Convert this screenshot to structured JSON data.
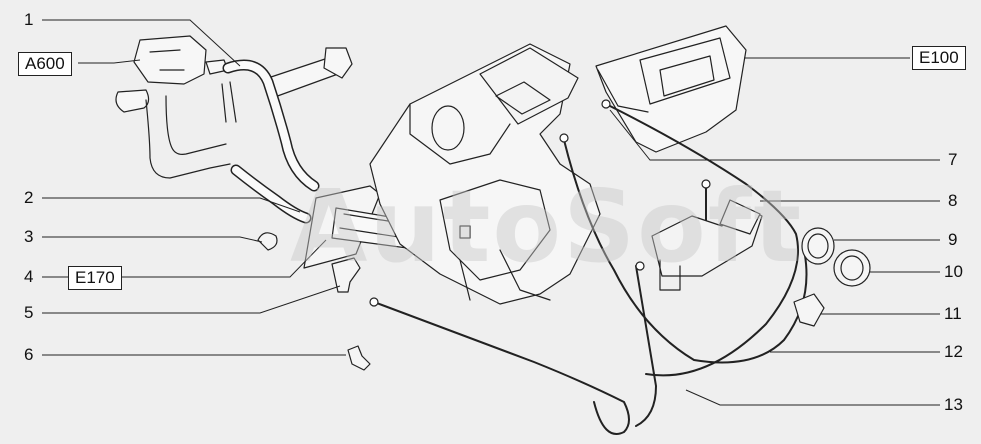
{
  "watermark": "AutoSoft",
  "references": {
    "a600": "A600",
    "e100": "E100",
    "e170": "E170"
  },
  "callouts": [
    "1",
    "2",
    "3",
    "4",
    "5",
    "6",
    "7",
    "8",
    "9",
    "10",
    "11",
    "12",
    "13"
  ]
}
